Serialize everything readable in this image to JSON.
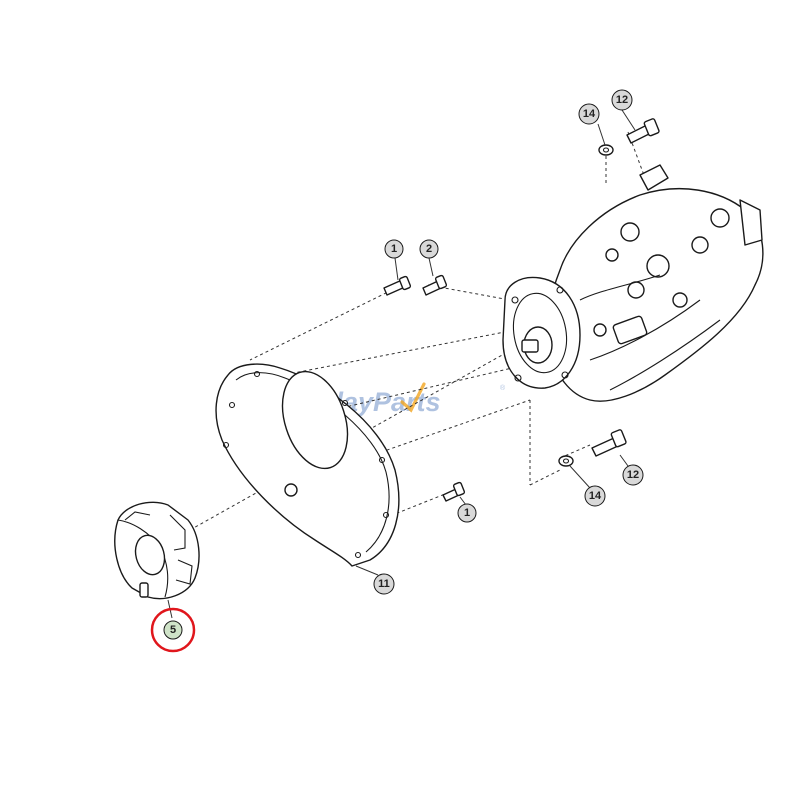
{
  "watermark": {
    "text": "FridayParts",
    "registered": "®"
  },
  "colors": {
    "line": "#1a1a1a",
    "callout_fill": "#d9d9d9",
    "callout_highlight_fill": "#cfe3c8",
    "highlight_ring": "#e0161c",
    "watermark": "#6e8fc7",
    "watermark_accent": "#f2a51f"
  },
  "callouts": [
    {
      "id": "c1_top",
      "label": "1"
    },
    {
      "id": "c2_top",
      "label": "2"
    },
    {
      "id": "c14_top",
      "label": "14"
    },
    {
      "id": "c12_top",
      "label": "12"
    },
    {
      "id": "c12_bottom",
      "label": "12"
    },
    {
      "id": "c14_bottom",
      "label": "14"
    },
    {
      "id": "c1_bottom",
      "label": "1"
    },
    {
      "id": "c11",
      "label": "11"
    },
    {
      "id": "c5",
      "label": "5",
      "highlighted": true
    }
  ],
  "parts": [
    {
      "id": "bolt-1",
      "callout": "1"
    },
    {
      "id": "bolt-2",
      "callout": "2"
    },
    {
      "id": "bolt-12",
      "callout": "12"
    },
    {
      "id": "washer-14",
      "callout": "14"
    },
    {
      "id": "flywheel-housing-plate",
      "callout": "11"
    },
    {
      "id": "coupling",
      "callout": "5"
    },
    {
      "id": "hydraulic-pump",
      "callout": ""
    }
  ]
}
